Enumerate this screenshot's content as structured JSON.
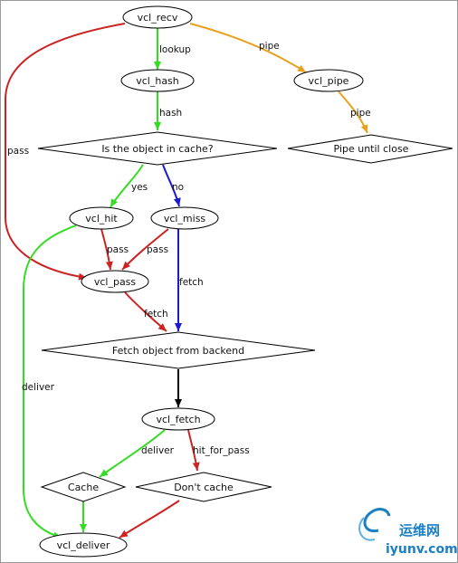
{
  "nodes": {
    "vcl_recv": "vcl_recv",
    "vcl_hash": "vcl_hash",
    "vcl_pipe": "vcl_pipe",
    "cache_check": "Is the object in cache?",
    "pipe_until_close": "Pipe until close",
    "vcl_hit": "vcl_hit",
    "vcl_miss": "vcl_miss",
    "vcl_pass": "vcl_pass",
    "fetch_backend": "Fetch object from backend",
    "vcl_fetch": "vcl_fetch",
    "cache": "Cache",
    "dont_cache": "Don't cache",
    "vcl_deliver": "vcl_deliver"
  },
  "edges": {
    "recv_lookup": "lookup",
    "recv_pipe": "pipe",
    "pipe_pipe": "pipe",
    "recv_pass": "pass",
    "hash_hash": "hash",
    "check_yes": "yes",
    "check_no": "no",
    "hit_pass": "pass",
    "miss_pass": "pass",
    "miss_fetch": "fetch",
    "pass_fetch": "fetch",
    "hit_deliver": "deliver",
    "fetch_deliver": "deliver",
    "fetch_hit_for_pass": "hit_for_pass"
  },
  "colors": {
    "green": "#33dd22",
    "red": "#cc2222",
    "orange": "#e8a020",
    "blue": "#1a1ad0",
    "black": "#000000",
    "watermark_blue": "#1a7fc4"
  },
  "watermark": {
    "cn": "运维网",
    "site": "iyunv.com"
  }
}
